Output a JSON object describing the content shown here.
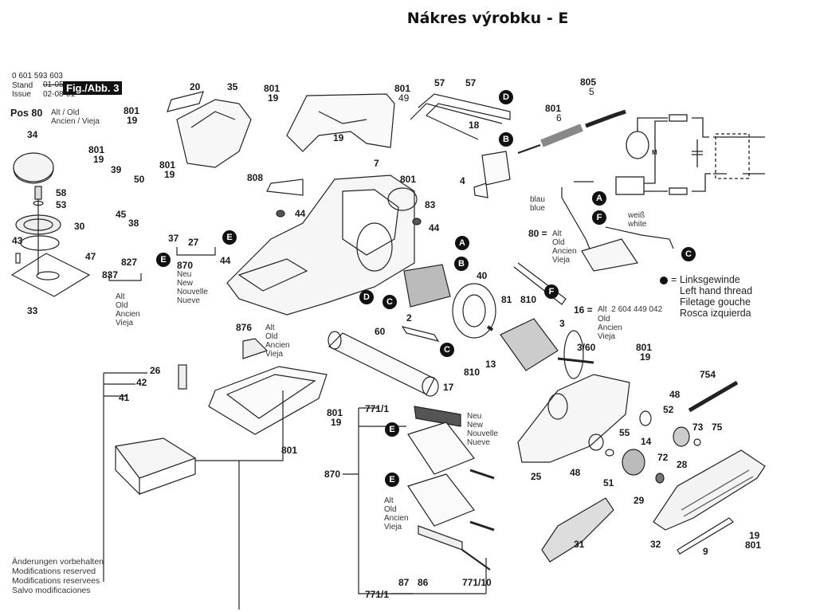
{
  "title": "Nákres výrobku - E",
  "header": {
    "part_number": "0 601 593 603",
    "stand_label": "Stand",
    "issue_label": "Issue",
    "stand_value": "01-05",
    "issue_value": "02-08-01",
    "fig_label": "Fig./Abb. 3",
    "pos80_label": "Pos 80",
    "pos80_desc": "Alt / Old\nAncien / Vieja"
  },
  "legend": {
    "symbol": "●",
    "equals": "=",
    "lines": "Linksgewinde\nLeft hand thread\nFiletage gouche\nRosca izquierda"
  },
  "footer_note": "Änderungen vorbehalten\nModifications reserved\nModifications reservees\nSalvo modificaciones",
  "annotations": {
    "old4": "Alt\nOld\nAncien\nVieja",
    "new4": "Neu\nNew\nNouvelle\nNueve",
    "blau": "blau\nblue",
    "weiss": "weiß\nwhite",
    "pos80_eq": "80 =",
    "pos16_eq": "16 =",
    "pos16_alt": "Alt  2 604 449 042",
    "pos16_rest": "Old\nAncien\nVieja"
  },
  "callouts": {
    "A": "A",
    "B": "B",
    "C": "C",
    "D": "D",
    "E": "E",
    "F": "F"
  },
  "parts": {
    "p20": "20",
    "p35": "35",
    "p801": "801",
    "p19": "19",
    "p49": "49",
    "p57": "57",
    "p805": "805",
    "p5": "5",
    "p6": "6",
    "p34": "34",
    "p39": "39",
    "p50": "50",
    "p58": "58",
    "p53": "53",
    "p30": "30",
    "p43": "43",
    "p47": "47",
    "p33": "33",
    "p45": "45",
    "p38": "38",
    "p37": "37",
    "p27": "27",
    "p870": "870",
    "p827": "827",
    "p837": "837",
    "p44": "44",
    "p808": "808",
    "p7": "7",
    "p83": "83",
    "p18": "18",
    "p4": "4",
    "p2": "2",
    "p40": "40",
    "p81": "81",
    "p810": "810",
    "p13": "13",
    "p17": "17",
    "p60": "60",
    "p876": "876",
    "p26": "26",
    "p42": "42",
    "p41": "41",
    "p3": "3",
    "p3_60": "3/60",
    "p771_1": "771/1",
    "p771_10": "771/10",
    "p87": "87",
    "p86": "86",
    "p48": "48",
    "p52": "52",
    "p73": "73",
    "p75": "75",
    "p754": "754",
    "p14": "14",
    "p55": "55",
    "p28": "28",
    "p72": "72",
    "p25": "25",
    "p51": "51",
    "p29": "29",
    "p31": "31",
    "p32": "32",
    "p9": "9",
    "p80": "80",
    "p16": "16",
    "p_m": "M"
  }
}
